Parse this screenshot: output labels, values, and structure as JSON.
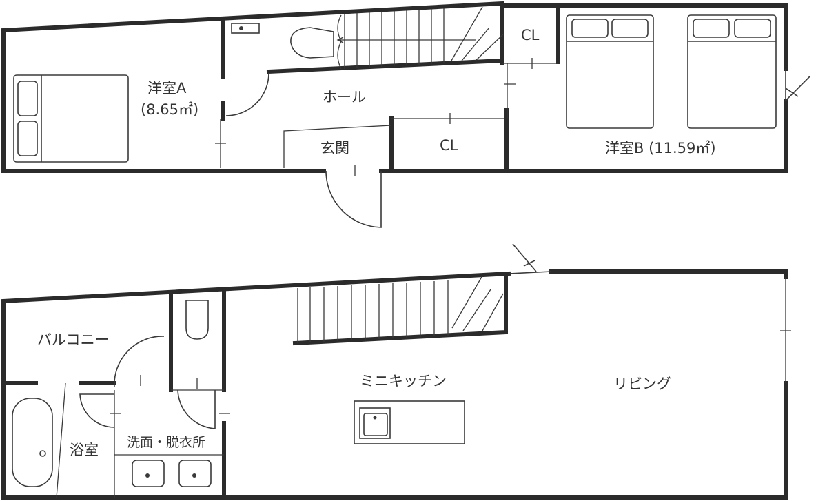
{
  "upper_floor": {
    "room_a_name": "洋室A",
    "room_a_area": "(8.65㎡)",
    "hall": "ホール",
    "cl_top": "CL",
    "cl_mid": "CL",
    "entrance": "玄関",
    "room_b": "洋室B (11.59㎡)"
  },
  "lower_floor": {
    "balcony": "バルコニー",
    "bath": "浴室",
    "washroom": "洗面・脱衣所",
    "kitchen": "ミニキッチン",
    "living": "リビング"
  }
}
